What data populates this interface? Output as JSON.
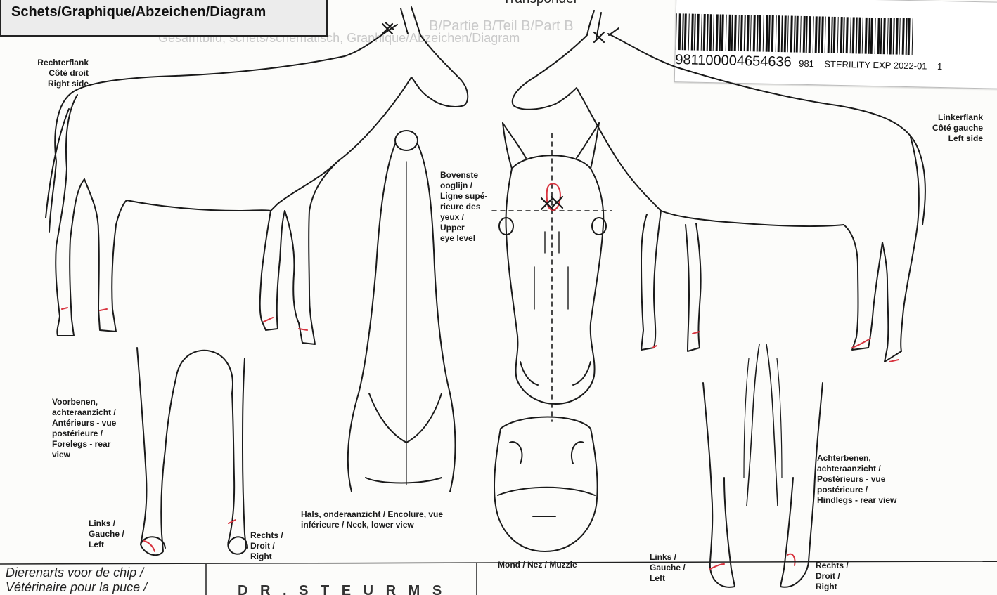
{
  "header": {
    "title": "Schets/Graphique/Abzeichen/Diagram",
    "transponder": "Transponder",
    "faded_part": "B/Partie B/Teil B/Part B",
    "faded_subtitle": "Gesamtbild, schets/schematisch, Graphique/Abzeichen/Diagram"
  },
  "label": {
    "barcode_number": "981100004654636",
    "country_code": "981",
    "sterility": "STERILITY EXP 2022-01",
    "count": "1"
  },
  "labels": {
    "right_side": [
      "Rechterflank",
      "Côté droit",
      "Right side"
    ],
    "left_side": [
      "Linkerflank",
      "Côté gauche",
      "Left side"
    ],
    "eye_level": [
      "Bovenste",
      "ooglijn /",
      "Ligne supé-",
      "rieure des",
      "yeux /",
      "Upper",
      "eye level"
    ],
    "forelegs": [
      "Voorbenen,",
      "achteraanzicht /",
      "Antérieurs - vue",
      "postérieure /",
      "Forelegs - rear",
      "view"
    ],
    "hindlegs": [
      "Achterbenen,",
      "achteraanzicht /",
      "Postérieurs - vue",
      "postérieure /",
      "Hindlegs - rear view"
    ],
    "neck": [
      "Hals, onderaanzicht / Encolure, vue",
      "inférieure / Neck, lower view"
    ],
    "muzzle": "Mond / Nez / Muzzle",
    "fore_left": [
      "Links /",
      "Gauche /",
      "Left"
    ],
    "fore_right": [
      "Rechts /",
      "Droit /",
      "Right"
    ],
    "hind_left": [
      "Links /",
      "Gauche /",
      "Left"
    ],
    "hind_right": [
      "Rechts /",
      "Droit /",
      "Right"
    ]
  },
  "footer": {
    "vet_label": [
      "Dierenarts voor de chip /",
      "Vétérinaire pour la puce /"
    ],
    "vet_name": "D R . S T E U R M S"
  },
  "colors": {
    "markings": "#d8343f",
    "lines": "#1a1a1a"
  }
}
